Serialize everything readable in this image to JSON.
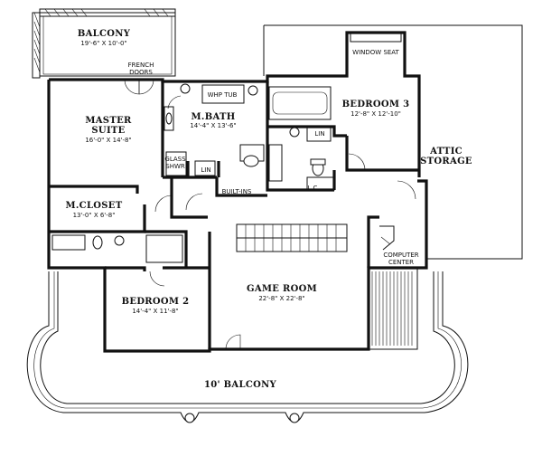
{
  "rooms": {
    "balcony_top": {
      "name": "BALCONY",
      "dim": "19'-6\" X 10'-0\""
    },
    "master_suite": {
      "name_line1": "MASTER",
      "name_line2": "SUITE",
      "dim": "16'-0\" X 14'-8\""
    },
    "m_bath": {
      "name": "M.BATH",
      "dim": "14'-4\" X 13'-6\""
    },
    "bedroom3": {
      "name": "BEDROOM 3",
      "dim": "12'-8\" X 12'-10\""
    },
    "m_closet": {
      "name": "M.CLOSET",
      "dim": "13'-0\" X 6'-8\""
    },
    "bedroom2": {
      "name": "BEDROOM 2",
      "dim": "14'-4\" X 11'-8\""
    },
    "game_room": {
      "name": "GAME ROOM",
      "dim": "22'-8\" X 22'-8\""
    },
    "balcony_bottom": {
      "name": "10' BALCONY"
    },
    "attic": {
      "name_line1": "ATTIC",
      "name_line2": "STORAGE"
    }
  },
  "labels": {
    "french_line1": "FRENCH",
    "french_line2": "DOORS",
    "whp_tub": "WHP TUB",
    "window_seat": "WINDOW SEAT",
    "glass_line1": "GLASS",
    "glass_line2": "SHWR",
    "lin_bath": "LIN",
    "lin_bed3": "LIN",
    "built_ins": "BUILT-INS",
    "lc": "L.C.",
    "computer_line1": "COMPUTER",
    "computer_line2": "CENTER"
  }
}
